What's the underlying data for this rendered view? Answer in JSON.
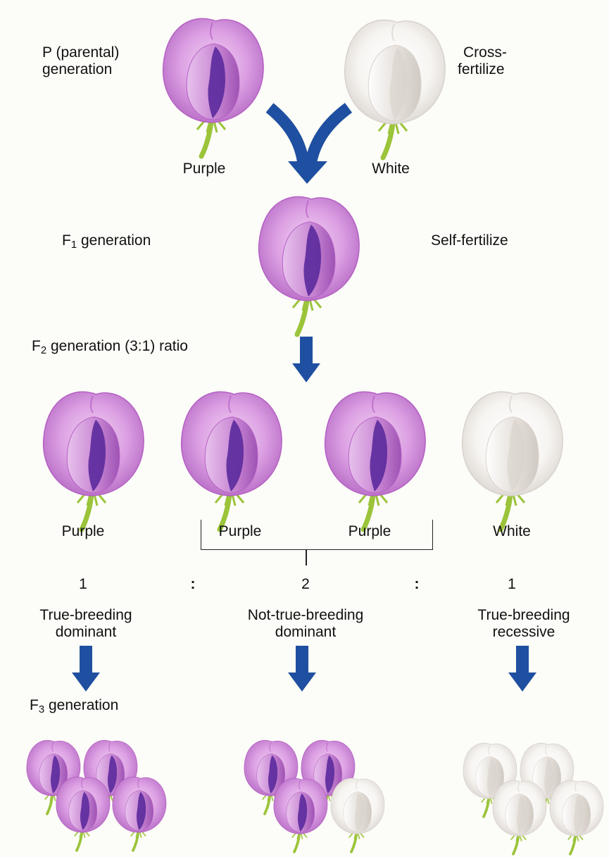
{
  "diagram": {
    "title": "Mendel monohybrid cross of pea flower color",
    "colors": {
      "purple_light": "#d79be0",
      "purple_mid": "#b560c4",
      "purple_dark": "#5b2a9c",
      "white_petal": "#ffffff",
      "white_shade": "#d8d2cc",
      "stem_green": "#9bc43a",
      "arrow_blue": "#1f4fa0"
    },
    "p_generation": {
      "label_line1": "P (parental)",
      "label_line2": "generation",
      "action_line1": "Cross-",
      "action_line2": "fertilize",
      "parents": [
        {
          "color": "purple",
          "label": "Purple"
        },
        {
          "color": "white",
          "label": "White"
        }
      ]
    },
    "f1_generation": {
      "label_prefix": "F",
      "label_sub": "1",
      "label_suffix": " generation",
      "action": "Self-fertilize",
      "flower_color": "purple"
    },
    "f2_generation": {
      "label_prefix": "F",
      "label_sub": "2",
      "label_suffix": " generation (3:1) ratio",
      "flowers": [
        {
          "color": "purple",
          "label": "Purple"
        },
        {
          "color": "purple",
          "label": "Purple"
        },
        {
          "color": "purple",
          "label": "Purple"
        },
        {
          "color": "white",
          "label": "White"
        }
      ],
      "ratio": {
        "values": [
          "1",
          "2",
          "1"
        ],
        "separator": ":"
      },
      "categories": [
        {
          "line1": "True-breeding",
          "line2": "dominant"
        },
        {
          "line1": "Not-true-breeding",
          "line2": "dominant"
        },
        {
          "line1": "True-breeding",
          "line2": "recessive"
        }
      ]
    },
    "f3_generation": {
      "label_prefix": "F",
      "label_sub": "3",
      "label_suffix": " generation",
      "groups": [
        {
          "flowers": [
            "purple",
            "purple",
            "purple",
            "purple"
          ]
        },
        {
          "flowers": [
            "purple",
            "purple",
            "purple",
            "white"
          ]
        },
        {
          "flowers": [
            "white",
            "white",
            "white",
            "white"
          ]
        }
      ]
    }
  }
}
